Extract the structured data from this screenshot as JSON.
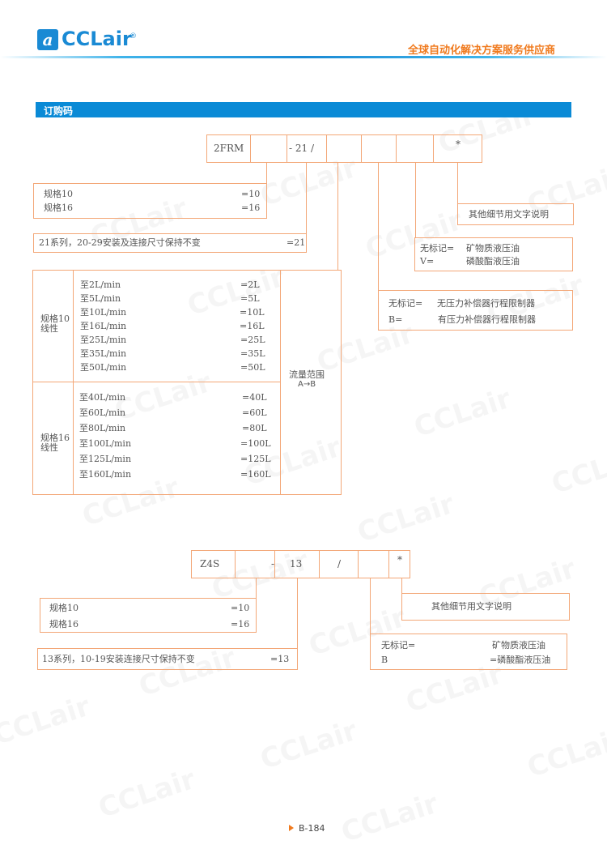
{
  "header": {
    "logo_mark": "a",
    "logo_text": "CCLair",
    "logo_reg": "®",
    "slogan": "全球自动化解决方案服务供应商"
  },
  "section": {
    "title": "订购码"
  },
  "watermark": "CCLair",
  "diagram1": {
    "code_cells": [
      "2FRM",
      "",
      "- 21  /",
      "",
      "",
      "",
      "*"
    ],
    "size_options": [
      {
        "label": "规格10",
        "code": "=10"
      },
      {
        "label": "规格16",
        "code": "=16"
      }
    ],
    "series": {
      "label": "21系列，20-29安装及连接尺寸保持不变",
      "code": "=21"
    },
    "flow_groups": [
      {
        "group_label": "规格10\n线性",
        "group_line1": "规格10",
        "group_line2": "线性",
        "items": [
          {
            "label": "至2L/min",
            "code": "=2L"
          },
          {
            "label": "至5L/min",
            "code": "=5L"
          },
          {
            "label": "至10L/min",
            "code": "=10L"
          },
          {
            "label": "至16L/min",
            "code": "=16L"
          },
          {
            "label": "至25L/min",
            "code": "=25L"
          },
          {
            "label": "至35L/min",
            "code": "=35L"
          },
          {
            "label": "至50L/min",
            "code": "=50L"
          }
        ]
      },
      {
        "group_line1": "规格16",
        "group_line2": "线性",
        "items": [
          {
            "label": "至40L/min",
            "code": "=40L"
          },
          {
            "label": "至60L/min",
            "code": "=60L"
          },
          {
            "label": "至80L/min",
            "code": "=80L"
          },
          {
            "label": "至100L/min",
            "code": "=100L"
          },
          {
            "label": "至125L/min",
            "code": "=125L"
          },
          {
            "label": "至160L/min",
            "code": "=160L"
          }
        ]
      }
    ],
    "flow_range_line1": "流量范围",
    "flow_range_line2": "A→B",
    "other_details": "其他细节用文字说明",
    "fluid": [
      {
        "code": "无标记=",
        "label": "矿物质液压油"
      },
      {
        "code": "V=",
        "label": "磷酸酯液压油"
      }
    ],
    "compensator": [
      {
        "code": "无标记=",
        "label": "无压力补偿器行程限制器"
      },
      {
        "code": "B=",
        "label": "有压力补偿器行程限制器"
      }
    ]
  },
  "diagram2": {
    "code_cells": [
      "Z4S",
      "",
      "- 13",
      "/",
      "",
      "*"
    ],
    "size_options": [
      {
        "label": "规格10",
        "code": "=10"
      },
      {
        "label": "规格16",
        "code": "=16"
      }
    ],
    "series": {
      "label": "13系列，10-19安装连接尺寸保持不变",
      "code": "=13"
    },
    "other_details": "其他细节用文字说明",
    "fluid": [
      {
        "code": "无标记=",
        "label": "矿物质液压油"
      },
      {
        "code": "B",
        "label": "=磷酸酯液压油"
      }
    ]
  },
  "footer": {
    "page_number": "B-184"
  },
  "colors": {
    "brand_blue": "#1a8ad4",
    "section_bar": "#0a8ad6",
    "slogan_orange": "#f07a1e",
    "line_orange": "#f3a777"
  }
}
